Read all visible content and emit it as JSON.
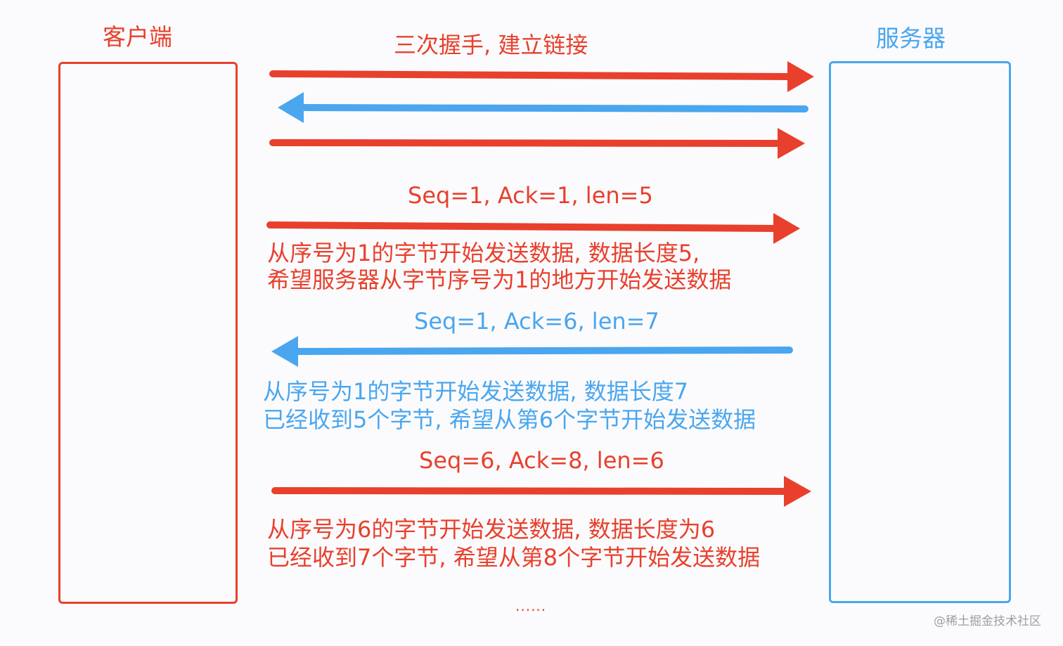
{
  "client": {
    "label": "客户端"
  },
  "server": {
    "label": "服务器"
  },
  "handshake": {
    "title": "三次握手, 建立链接"
  },
  "steps": [
    {
      "seq": "Seq=1, Ack=1, len=5",
      "line1": "从序号为1的字节开始发送数据, 数据长度5,",
      "line2": "希望服务器从字节序号为1的地方开始发送数据"
    },
    {
      "seq": "Seq=1, Ack=6, len=7",
      "line1": "从序号为1的字节开始发送数据, 数据长度7",
      "line2": "已经收到5个字节, 希望从第6个字节开始发送数据"
    },
    {
      "seq": "Seq=6, Ack=8, len=6",
      "line1": "从序号为6的字节开始发送数据, 数据长度为6",
      "line2": "已经收到7个字节, 希望从第8个字节开始发送数据"
    }
  ],
  "ellipsis": "......",
  "watermark": "@稀土掘金技术社区",
  "colors": {
    "client": "#e8402c",
    "server": "#4aa6ee"
  }
}
